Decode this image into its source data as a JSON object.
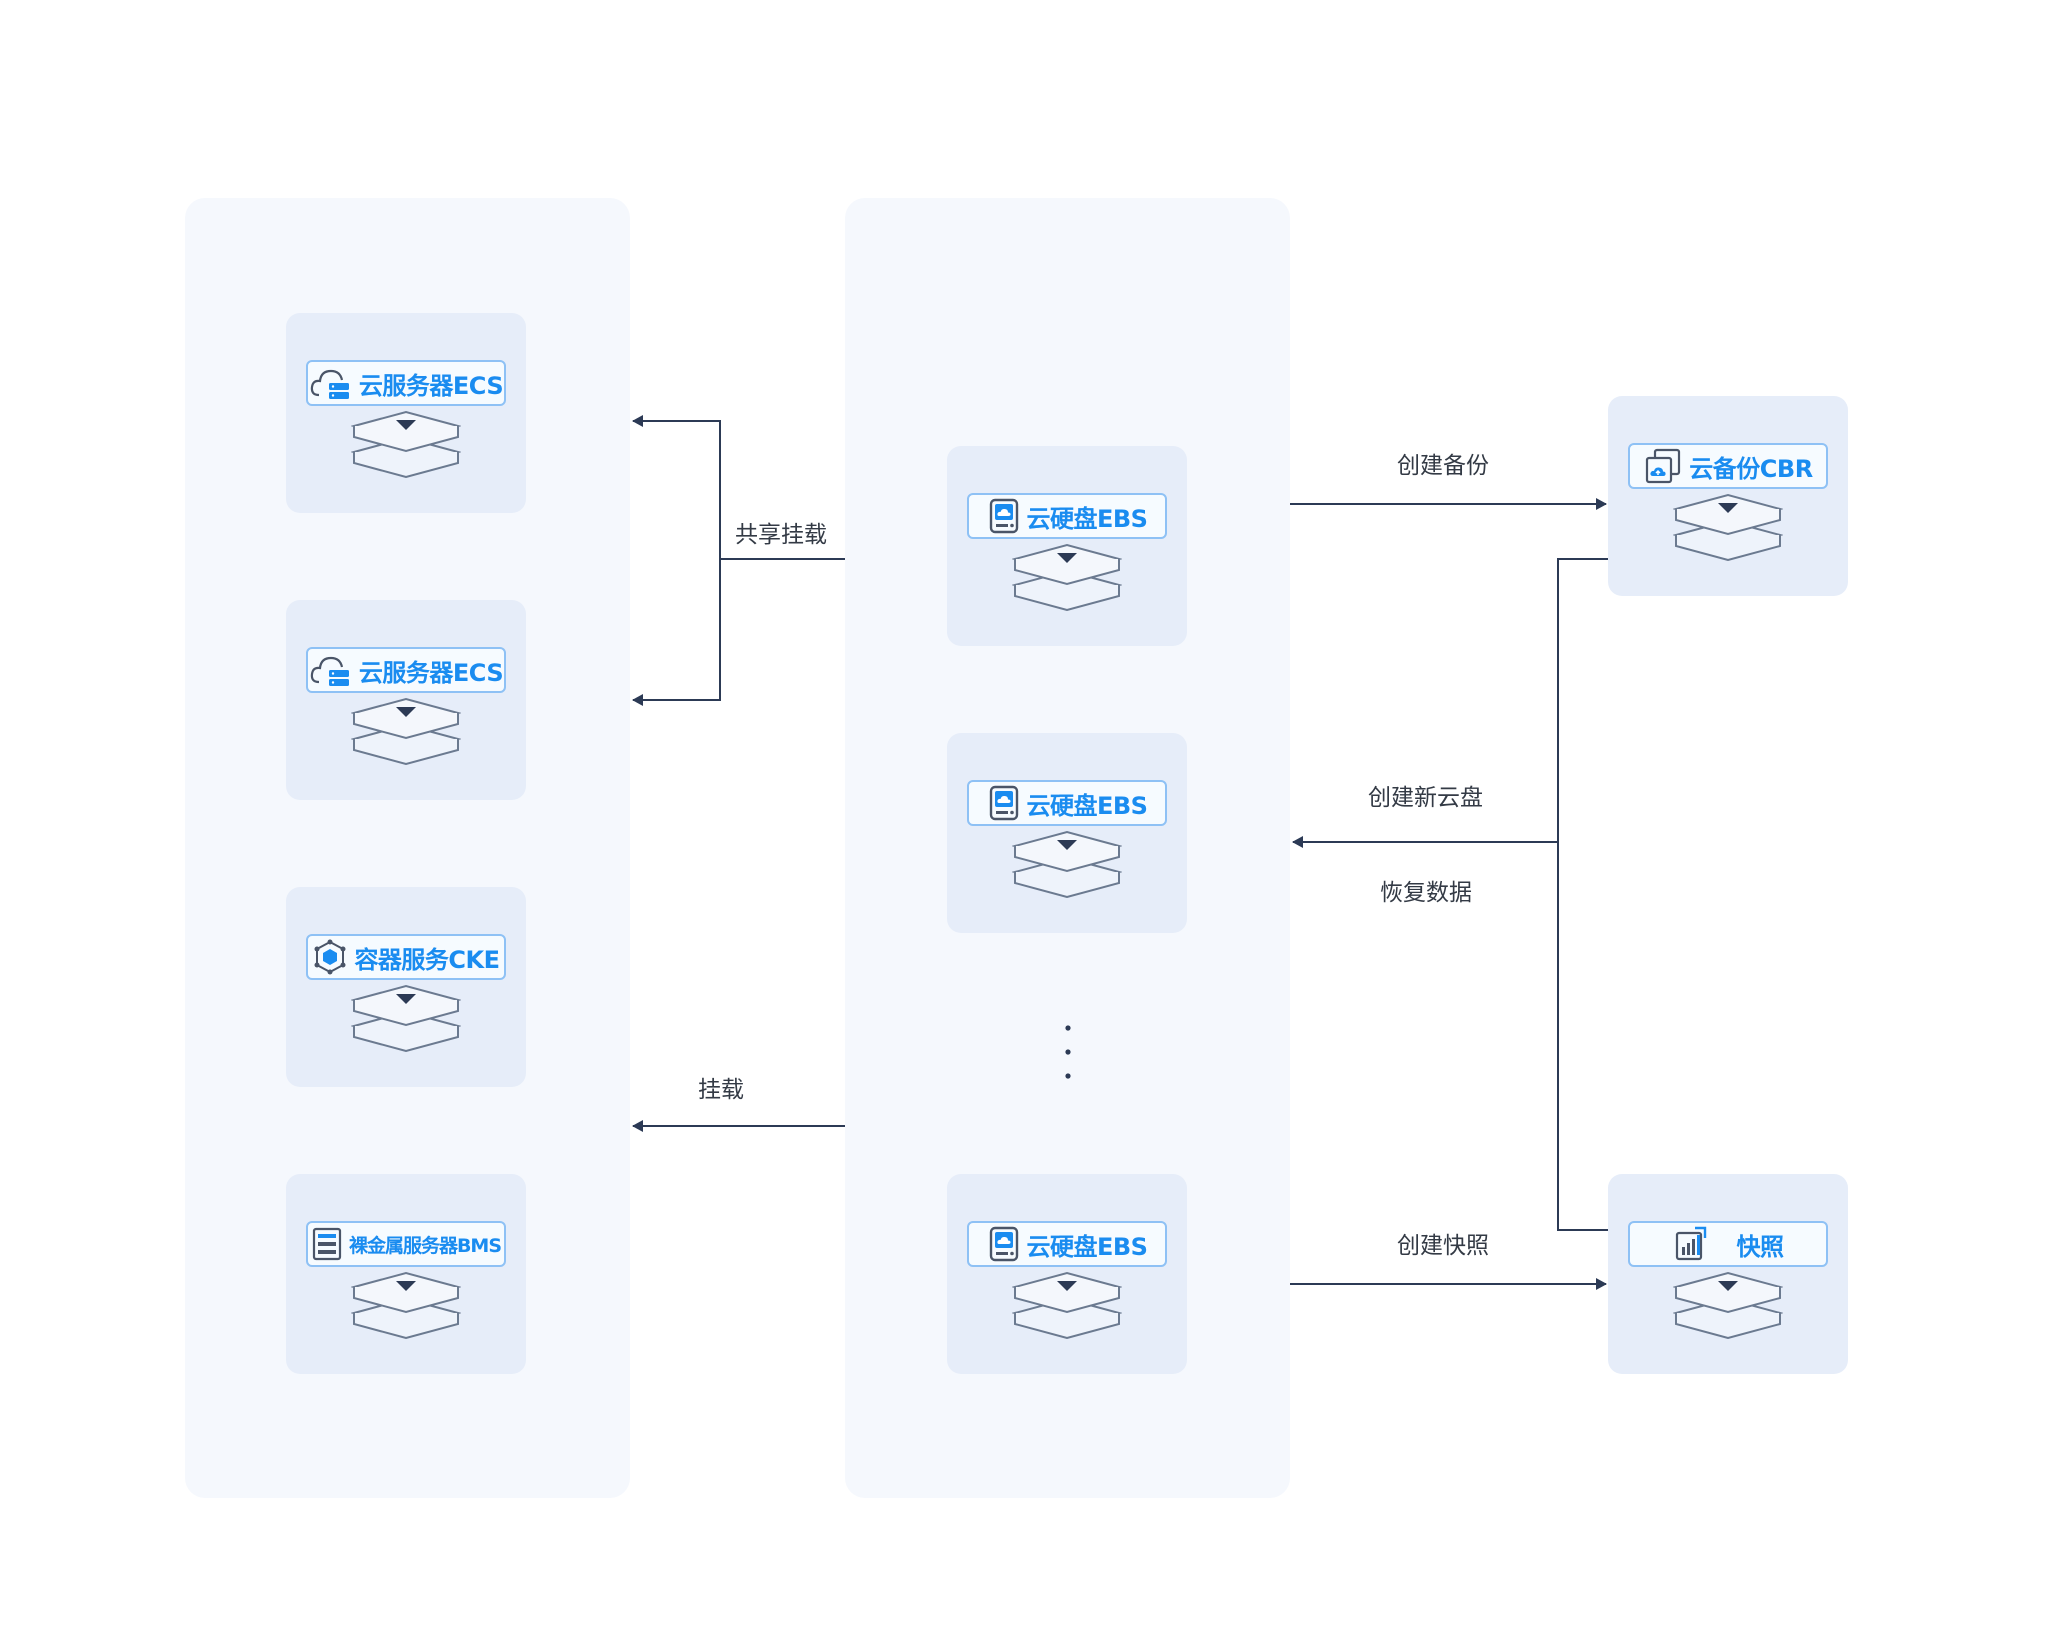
{
  "left_group": [
    {
      "label": "云服务器ECS",
      "icon": "cloud-server-icon"
    },
    {
      "label": "云服务器ECS",
      "icon": "cloud-server-icon"
    },
    {
      "label": "容器服务CKE",
      "icon": "container-cube-icon"
    },
    {
      "label": "裸金属服务器BMS",
      "icon": "server-rack-icon"
    }
  ],
  "middle_group": [
    {
      "label": "云硬盘EBS",
      "icon": "cloud-disk-icon"
    },
    {
      "label": "云硬盘EBS",
      "icon": "cloud-disk-icon"
    },
    {
      "label": "云硬盘EBS",
      "icon": "cloud-disk-icon"
    }
  ],
  "right_group": [
    {
      "label": "云备份CBR",
      "icon": "cloud-backup-icon"
    },
    {
      "label": "快照",
      "icon": "snapshot-chart-icon"
    }
  ],
  "edges": {
    "shared_mount": "共享挂载",
    "mount": "挂载",
    "create_backup": "创建备份",
    "create_new_disk": "创建新云盘",
    "restore_data": "恢复数据",
    "create_snapshot": "创建快照"
  },
  "colors": {
    "panel_bg": "#f5f8fd",
    "card_bg": "#e6edf9",
    "accent": "#1a8cf0",
    "line": "#2c3a55"
  }
}
